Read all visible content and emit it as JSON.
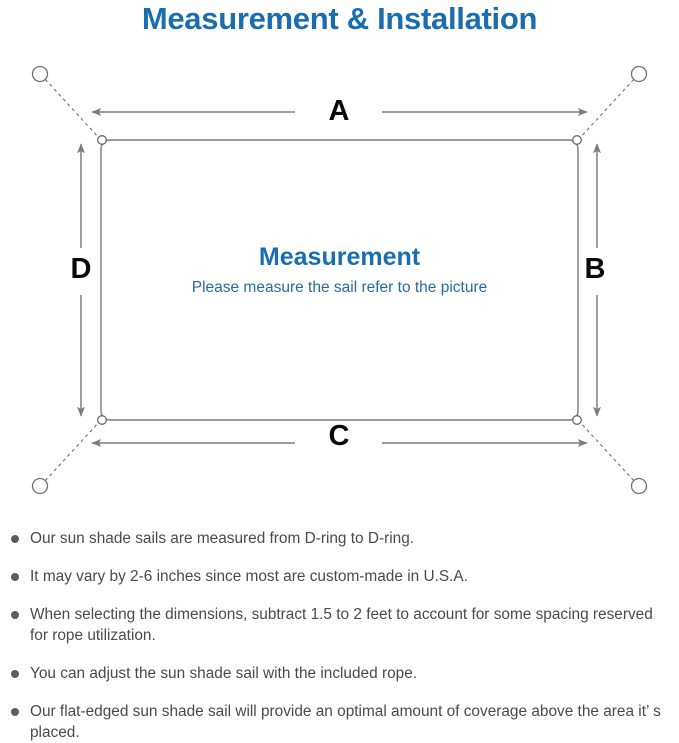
{
  "page": {
    "title": "Measurement & Installation",
    "background_color": "#ffffff"
  },
  "colors": {
    "title_blue": "#1a6eb0",
    "heading_blue": "#1a6eb0",
    "subtext_blue": "#2a6b9c",
    "label_black": "#0a0a0a",
    "line_gray": "#808080",
    "sail_stroke": "#7a7a7a",
    "bullet_gray": "#5c5c5c",
    "body_text": "#4a4a4a"
  },
  "diagram": {
    "name": "sun-shade-sail-measurement-diagram",
    "sail_fill": "#ffffff",
    "dimension_labels": {
      "top": "A",
      "right": "B",
      "bottom": "C",
      "left": "D"
    },
    "center": {
      "heading": "Measurement",
      "subtext": "Please measure the sail refer to the picture"
    },
    "d_ring_count": 4,
    "anchor_post_count": 4
  },
  "notes": {
    "items": [
      "Our sun shade sails are measured from D-ring to D-ring.",
      "It may vary by 2-6 inches since most are custom-made in U.S.A.",
      "When selecting the dimensions, subtract 1.5 to 2 feet to account for some spacing reserved for rope utilization.",
      "You can adjust the sun shade sail with the included rope.",
      "Our flat-edged sun shade sail will provide an optimal amount of coverage above the area it’  s placed."
    ]
  }
}
